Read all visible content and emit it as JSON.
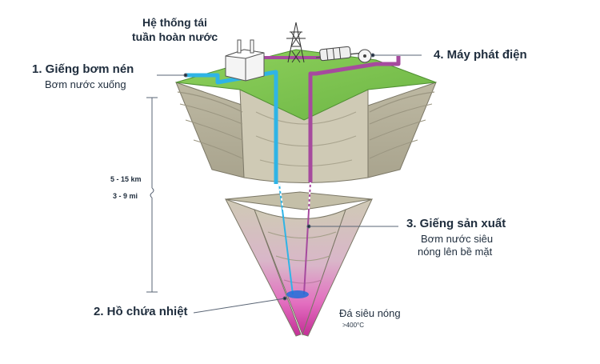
{
  "labels": {
    "recycling_title_1": "Hệ thống tái",
    "recycling_title_2": "tuần hoàn nước",
    "injection_title": "1. Giếng bơm nén",
    "injection_sub": "Bơm nước xuống",
    "generator_title": "4. Máy phát điện",
    "depth_km": "5 - 15 km",
    "depth_mi": "3 - 9 mi",
    "production_title": "3. Giếng sản xuất",
    "production_sub_1": "Bơm nước siêu",
    "production_sub_2": "nóng lên bề mặt",
    "reservoir_title": "2. Hồ chứa nhiệt",
    "rock_title": "Đá siêu nóng",
    "rock_temp": ">400°C"
  },
  "colors": {
    "injection_pipe": "#2fb4e6",
    "production_pipe": "#a64a9e",
    "grass": "#7cc44e",
    "rock": "#c9c4ae",
    "hot_zone": "#e040b0",
    "text": "#1f2d3d"
  }
}
